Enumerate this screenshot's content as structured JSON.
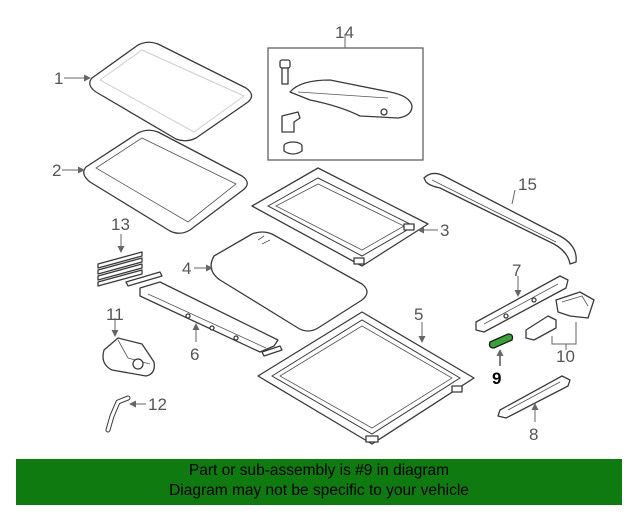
{
  "diagram": {
    "callouts": [
      "1",
      "2",
      "3",
      "4",
      "5",
      "6",
      "7",
      "8",
      "9",
      "10",
      "11",
      "12",
      "13",
      "14",
      "15"
    ],
    "highlighted_part": "9",
    "highlight_color": "#3aa13a"
  },
  "banner": {
    "line1": "Part or sub-assembly is #9 in diagram",
    "line2": "Diagram may not be specific to your vehicle",
    "background": "#0f7a0f"
  }
}
